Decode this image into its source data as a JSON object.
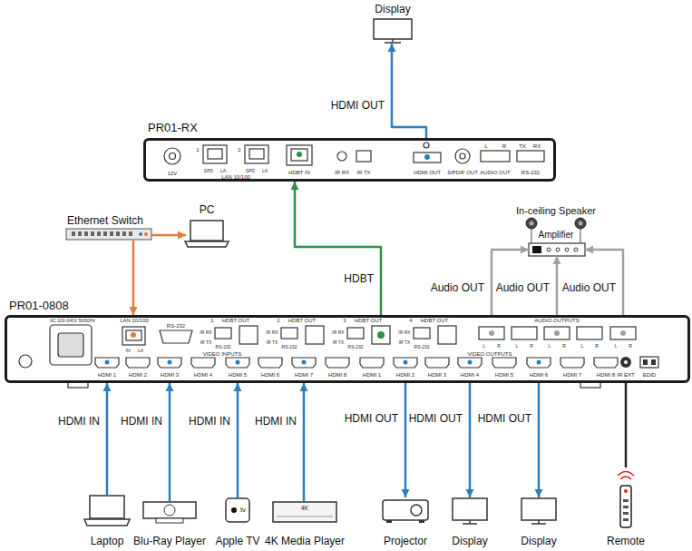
{
  "diagram": {
    "nodes": [
      {
        "text": [
          "Display"
        ]
      },
      {
        "text": [
          "PR01-RX"
        ]
      },
      {
        "text": [
          "Ethernet Switch"
        ]
      },
      {
        "text": [
          "PC"
        ]
      },
      {
        "text": [
          "Amplifier"
        ]
      },
      {
        "text": [
          "PR01-0808"
        ]
      },
      {
        "text": [
          "Laptop"
        ]
      },
      {
        "text": [
          "Blu-Ray Player"
        ]
      },
      {
        "text": [
          "Apple TV"
        ]
      },
      {
        "text": [
          "4K Media Player"
        ]
      },
      {
        "text": [
          "Projector"
        ]
      },
      {
        "text": [
          "Display"
        ]
      },
      {
        "text": [
          "Display"
        ]
      },
      {
        "text": [
          "Remote"
        ]
      }
    ],
    "edges": [
      {
        "from": 1,
        "to": 0,
        "arrow": "to",
        "label": "HDMI OUT"
      },
      {
        "from": 2,
        "to": 3,
        "arrow": "to"
      },
      {
        "from": 2,
        "to": 5,
        "arrow": "to"
      },
      {
        "from": 5,
        "to": 1,
        "arrow": "to",
        "label": "HDBT"
      },
      {
        "from": 5,
        "to": 4,
        "arrow": "to",
        "label": "Audio OUT"
      },
      {
        "from": 5,
        "to": 4,
        "arrow": "to",
        "label": "Audio OUT"
      },
      {
        "from": 5,
        "to": 4,
        "arrow": "to",
        "label": "Audio OUT"
      },
      {
        "from": 6,
        "to": 5,
        "arrow": "to",
        "label": "HDMI IN"
      },
      {
        "from": 7,
        "to": 5,
        "arrow": "to",
        "label": "HDMI IN"
      },
      {
        "from": 8,
        "to": 5,
        "arrow": "to",
        "label": "HDMI IN"
      },
      {
        "from": 9,
        "to": 5,
        "arrow": "to",
        "label": "HDMI IN"
      },
      {
        "from": 5,
        "to": 10,
        "arrow": "to",
        "label": "HDMI OUT"
      },
      {
        "from": 5,
        "to": 11,
        "arrow": "to",
        "label": "HDMI OUT"
      },
      {
        "from": 5,
        "to": 12,
        "arrow": "to",
        "label": "HDMI OUT"
      },
      {
        "from": 13,
        "to": 5,
        "arrow": "none"
      }
    ],
    "labels": [
      "12V",
      "1",
      "SPD",
      "LA",
      "2",
      "SPD",
      "LA",
      "LAN 10/100",
      "HDBT IN",
      "IR RX",
      "IR TX",
      "HDMI OUT",
      "S/PDIF OUT",
      "AUDIO OUT",
      "L",
      "R",
      "RS-232",
      "TX",
      "RX",
      "AC 100-240V 50/60Hz",
      "LAN 10/100",
      "IN",
      "LA",
      "RS-232",
      "1",
      "HDBT OUT",
      "IR RX",
      "IR TX",
      "RS-232",
      "2",
      "HDBT OUT",
      "IR RX",
      "IR TX",
      "RS-232",
      "3",
      "HDBT OUT",
      "IR RX",
      "IR TX",
      "RS-232",
      "4",
      "HDBT OUT",
      "IR RX",
      "IR TX",
      "RS-232",
      "AUDIO OUTPUTS",
      "L",
      "R",
      "L",
      "R",
      "L",
      "R",
      "L",
      "R",
      "L",
      "R",
      "VIDEO INPUTS",
      "HDMI 1",
      "HDMI 2",
      "HDMI 3",
      "HDMI 4",
      "HDMI 5",
      "HDMI 6",
      "HDMI 7",
      "HDMI 8",
      "VIDEO OUTPUTS",
      "HDMI 1",
      "HDMI 2",
      "HDMI 3",
      "HDMI 4",
      "HDMI 5",
      "HDMI 6",
      "HDMI 7",
      "HDMI 8",
      "IR EXT",
      "EDID",
      "In-ceiling Speaker",
      "tv",
      "4K"
    ]
  }
}
